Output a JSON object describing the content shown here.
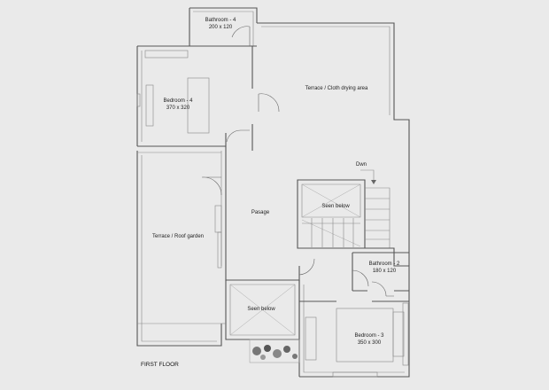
{
  "rooms": {
    "bathroom4": {
      "name": "Bathroom - 4",
      "size": "200 x 120"
    },
    "terrace_cloth": {
      "name": "Terrace / Cloth drying area"
    },
    "bedroom4": {
      "name": "Bedroom - 4",
      "size": "370 x 320"
    },
    "dwn": {
      "name": "Dwn"
    },
    "seen_below_stair": {
      "name": "Seen below"
    },
    "pasage": {
      "name": "Pasage"
    },
    "terrace_roof": {
      "name": "Terrace / Roof garden"
    },
    "bathroom2": {
      "name": "Bathroom - 2",
      "size": "180 x 120"
    },
    "seen_below_void": {
      "name": "Seen below"
    },
    "bedroom3": {
      "name": "Bedroom - 3",
      "size": "350 x 300"
    }
  },
  "floor_caption": "FIRST FLOOR"
}
